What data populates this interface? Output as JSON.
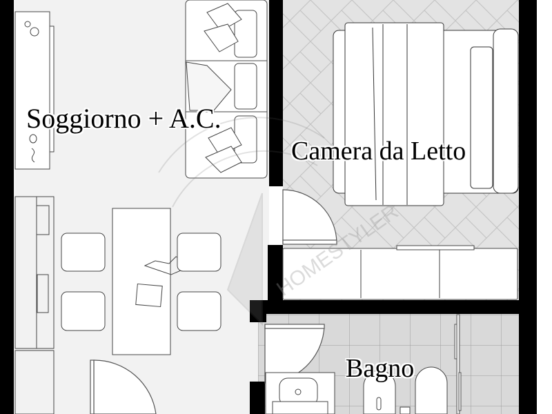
{
  "floorplan": {
    "rooms": [
      {
        "id": "living",
        "label": "Soggiorno + A.C.",
        "floor": "plain"
      },
      {
        "id": "bedroom",
        "label": "Camera da Letto",
        "floor": "herringbone"
      },
      {
        "id": "bathroom",
        "label": "Bagno",
        "floor": "square-tile"
      }
    ],
    "watermark": "HOMESTYLER",
    "colors": {
      "wall": "#000000",
      "living_floor": "#f2f2f2",
      "bedroom_floor": "#e3e3e3",
      "bath_floor": "#d9d9d9",
      "furniture_fill": "#ffffff",
      "furniture_stroke": "#444444",
      "outside": "#ffffff"
    }
  }
}
